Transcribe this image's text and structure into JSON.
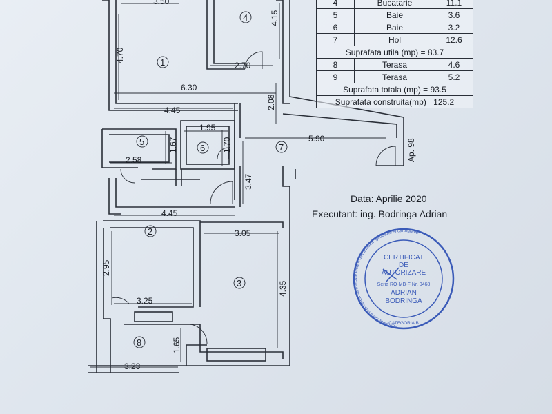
{
  "legend": {
    "rooms": [
      {
        "n": "4",
        "name": "Bucatarie",
        "v": "11.1"
      },
      {
        "n": "5",
        "name": "Baie",
        "v": "3.6"
      },
      {
        "n": "6",
        "name": "Baie",
        "v": "3.2"
      },
      {
        "n": "7",
        "name": "Hol",
        "v": "12.6"
      }
    ],
    "suprafata_utila": "Suprafata utila (mp) = 83.7",
    "terase": [
      {
        "n": "8",
        "name": "Terasa",
        "v": "4.6"
      },
      {
        "n": "9",
        "name": "Terasa",
        "v": "5.2"
      }
    ],
    "suprafata_totala": "Suprafata totala (mp) = 93.5",
    "suprafata_construita": "Suprafata construita(mp)= 125.2"
  },
  "info": {
    "data": "Data: Aprilie 2020",
    "executant": "Executant: ing. Bodringa  Adrian"
  },
  "apartment_label": "Ap. 98",
  "dimensions": {
    "d350": "3.50",
    "d415": "4.15",
    "d470": "4.70",
    "d270": "2.70",
    "d630": "6.30",
    "d208": "2.08",
    "d445a": "4.45",
    "d195": "1.95",
    "d167": "1.67",
    "d170": "1.70",
    "d590": "5.90",
    "d258": "2.58",
    "d347": "3.47",
    "d445b": "4.45",
    "d305": "3.05",
    "d295": "2.95",
    "d435": "4.35",
    "d325": "3.25",
    "d165": "1.65",
    "d323": "3.23"
  },
  "room_numbers": {
    "r1": "1",
    "r2": "2",
    "r3": "3",
    "r4": "4",
    "r5": "5",
    "r6": "6",
    "r7": "7",
    "r8": "8"
  },
  "stamp": {
    "line1": "CERTIFICAT",
    "line2": "DE",
    "line3": "AUTORIZARE",
    "serie": "Seria RO-MB-F  Nr. 0468",
    "name1": "ADRIAN",
    "name2": "BODRINGA",
    "categoria": "CATEGORIA B",
    "ring": "Persoana fizica autorizata sa execute lucrari de cadastru, geodezie si cartografie"
  },
  "colors": {
    "ink": "#2a2f38",
    "stamp": "#3b5bb8"
  }
}
